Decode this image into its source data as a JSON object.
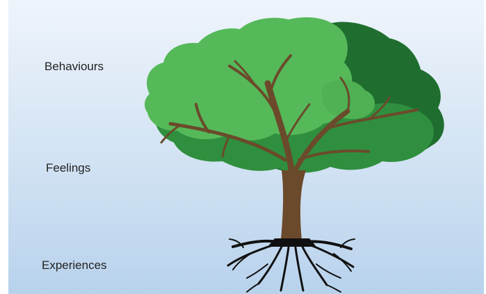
{
  "labels": {
    "behaviours": "Behaviours",
    "feelings": "Feelings",
    "experiences": "Experiences"
  },
  "colors": {
    "background_top": "#eef4fb",
    "background_bottom": "#b8d2ec",
    "canopy_light": "#54b857",
    "canopy_mid": "#2e8b3d",
    "canopy_dark": "#1f6e30",
    "trunk": "#6b4a2b",
    "roots": "#111111",
    "text": "#222222"
  }
}
